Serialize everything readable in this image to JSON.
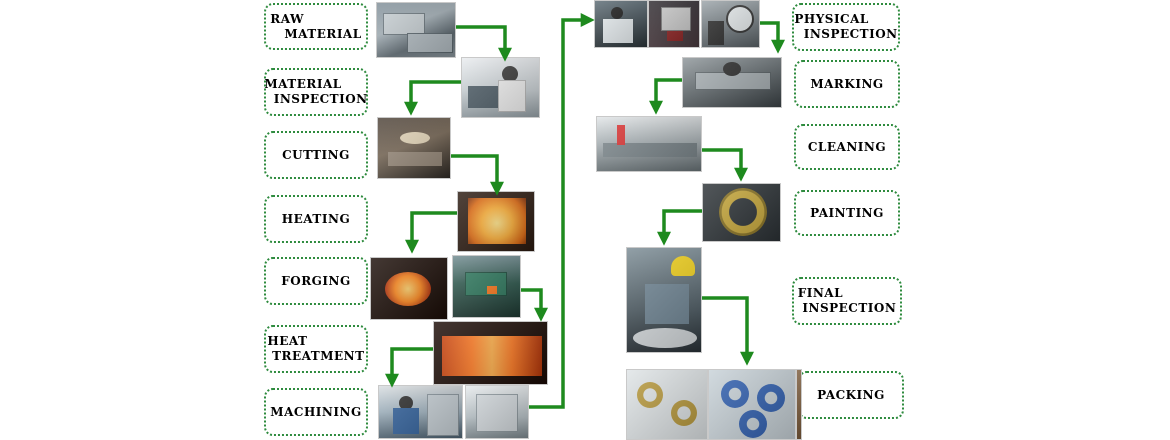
{
  "colors": {
    "arrow": "#1e8a1e",
    "box_border": "#2e8b3e"
  },
  "steps": {
    "raw_material": "RAW\n   MATERIAL",
    "material_inspection": "MATERIAL\n  INSPECTION",
    "cutting": "CUTTING",
    "heating": "HEATING",
    "forging": "FORGING",
    "heat_treatment": "HEAT\n TREATMENT",
    "machining": "MACHINING",
    "physical_inspection": "PHYSICAL\n  INSPECTION",
    "marking": "MARKING",
    "cleaning": "CLEANING",
    "painting": "PAINTING",
    "final_inspection": "FINAL\n INSPECTION",
    "packing": "PACKING"
  },
  "photos": {
    "raw_material": "raw-material-photo",
    "material_inspection": "material-inspection-photo",
    "cutting": "cutting-photo",
    "heating": "heating-furnace-photo",
    "forging_1": "forging-photo",
    "forging_2": "forging-press-photo",
    "heat_treatment": "heat-treatment-photo",
    "machining_1": "machining-photo",
    "machining_2": "cnc-machine-photo",
    "physical_inspection_1": "physical-inspection-photo",
    "physical_inspection_2": "inspection-machine-photo",
    "physical_inspection_3": "inspection-lab-photo",
    "marking": "marking-photo",
    "cleaning": "cleaning-line-photo",
    "painting": "painted-flange-photo",
    "final_inspection": "final-inspection-photo",
    "packing_1": "packed-flanges-photo",
    "packing_2": "packed-flanges-box-photo",
    "packing_3": "packing-crate-photo"
  }
}
